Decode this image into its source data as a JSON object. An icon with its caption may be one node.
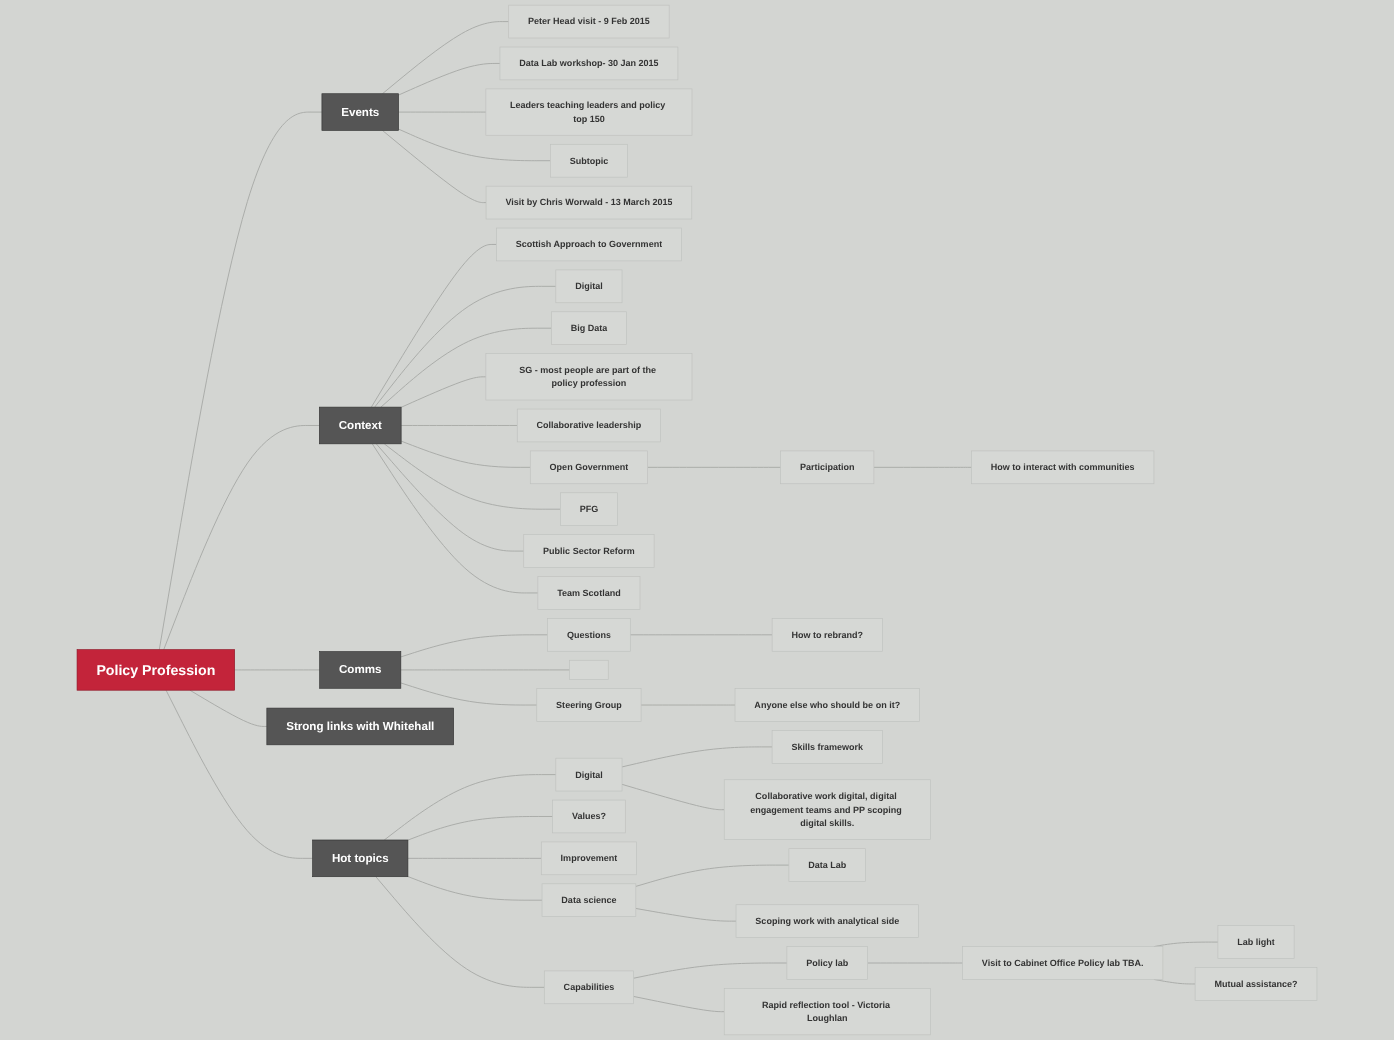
{
  "diagram": {
    "nodes": [
      {
        "text": [
          "Policy Profession"
        ]
      },
      {
        "text": [
          "Events"
        ]
      },
      {
        "text": [
          "Peter Head visit - 9 Feb 2015"
        ]
      },
      {
        "text": [
          "Data Lab workshop- 30 Jan 2015"
        ]
      },
      {
        "text": [
          "Leaders teaching leaders and policy top 150"
        ]
      },
      {
        "text": [
          "Subtopic"
        ]
      },
      {
        "text": [
          "Visit by Chris Worwald - 13 March 2015"
        ]
      },
      {
        "text": [
          "Context"
        ]
      },
      {
        "text": [
          "Scottish Approach to Government"
        ]
      },
      {
        "text": [
          "Digital"
        ]
      },
      {
        "text": [
          "Big Data"
        ]
      },
      {
        "text": [
          "SG - most people are part of the policy profession"
        ]
      },
      {
        "text": [
          "Collaborative leadership"
        ]
      },
      {
        "text": [
          "Open Government"
        ]
      },
      {
        "text": [
          "Participation"
        ]
      },
      {
        "text": [
          "How to interact with communities"
        ]
      },
      {
        "text": [
          "PFG"
        ]
      },
      {
        "text": [
          "Public Sector Reform"
        ]
      },
      {
        "text": [
          "Team Scotland"
        ]
      },
      {
        "text": [
          "Comms"
        ]
      },
      {
        "text": [
          "Questions"
        ]
      },
      {
        "text": [
          "How to rebrand?"
        ]
      },
      {
        "text": [],
        "shape": "box"
      },
      {
        "text": [
          "Steering Group"
        ]
      },
      {
        "text": [
          "Anyone else who should be on it?"
        ]
      },
      {
        "text": [
          "Strong links with Whitehall"
        ]
      },
      {
        "text": [
          "Hot topics"
        ]
      },
      {
        "text": [
          "Digital"
        ]
      },
      {
        "text": [
          "Skills framework"
        ]
      },
      {
        "text": [
          "Collaborative work digital, digital engagement teams and PP scoping digital skills."
        ]
      },
      {
        "text": [
          "Values?"
        ]
      },
      {
        "text": [
          "Improvement"
        ]
      },
      {
        "text": [
          "Data science"
        ]
      },
      {
        "text": [
          "Data Lab"
        ]
      },
      {
        "text": [
          "Scoping work with analytical side"
        ]
      },
      {
        "text": [
          "Capabilities"
        ]
      },
      {
        "text": [
          "Policy lab"
        ]
      },
      {
        "text": [
          "Visit to Cabinet Office Policy lab TBA."
        ]
      },
      {
        "text": [
          "Lab light"
        ]
      },
      {
        "text": [
          "Mutual assistance?"
        ]
      },
      {
        "text": [
          "Rapid reflection tool - Victoria Loughlan"
        ]
      }
    ],
    "edges": [
      {
        "from": 0,
        "to": 1,
        "arrow": "none"
      },
      {
        "from": 1,
        "to": 2,
        "arrow": "none"
      },
      {
        "from": 1,
        "to": 3,
        "arrow": "none"
      },
      {
        "from": 1,
        "to": 4,
        "arrow": "none"
      },
      {
        "from": 1,
        "to": 5,
        "arrow": "none"
      },
      {
        "from": 1,
        "to": 6,
        "arrow": "none"
      },
      {
        "from": 0,
        "to": 7,
        "arrow": "none"
      },
      {
        "from": 7,
        "to": 8,
        "arrow": "none"
      },
      {
        "from": 7,
        "to": 9,
        "arrow": "none"
      },
      {
        "from": 7,
        "to": 10,
        "arrow": "none"
      },
      {
        "from": 7,
        "to": 11,
        "arrow": "none"
      },
      {
        "from": 7,
        "to": 12,
        "arrow": "none"
      },
      {
        "from": 7,
        "to": 13,
        "arrow": "none"
      },
      {
        "from": 13,
        "to": 14,
        "arrow": "none"
      },
      {
        "from": 14,
        "to": 15,
        "arrow": "none"
      },
      {
        "from": 7,
        "to": 16,
        "arrow": "none"
      },
      {
        "from": 7,
        "to": 17,
        "arrow": "none"
      },
      {
        "from": 7,
        "to": 18,
        "arrow": "none"
      },
      {
        "from": 0,
        "to": 19,
        "arrow": "none"
      },
      {
        "from": 19,
        "to": 20,
        "arrow": "none"
      },
      {
        "from": 20,
        "to": 21,
        "arrow": "none"
      },
      {
        "from": 19,
        "to": 22,
        "arrow": "none"
      },
      {
        "from": 19,
        "to": 23,
        "arrow": "none"
      },
      {
        "from": 23,
        "to": 24,
        "arrow": "none"
      },
      {
        "from": 0,
        "to": 25,
        "arrow": "none"
      },
      {
        "from": 0,
        "to": 26,
        "arrow": "none"
      },
      {
        "from": 26,
        "to": 27,
        "arrow": "none"
      },
      {
        "from": 27,
        "to": 28,
        "arrow": "none"
      },
      {
        "from": 27,
        "to": 29,
        "arrow": "none"
      },
      {
        "from": 26,
        "to": 30,
        "arrow": "none"
      },
      {
        "from": 26,
        "to": 31,
        "arrow": "none"
      },
      {
        "from": 26,
        "to": 32,
        "arrow": "none"
      },
      {
        "from": 32,
        "to": 33,
        "arrow": "none"
      },
      {
        "from": 32,
        "to": 34,
        "arrow": "none"
      },
      {
        "from": 26,
        "to": 35,
        "arrow": "none"
      },
      {
        "from": 35,
        "to": 36,
        "arrow": "none"
      },
      {
        "from": 36,
        "to": 37,
        "arrow": "none"
      },
      {
        "from": 37,
        "to": 38,
        "arrow": "none"
      },
      {
        "from": 37,
        "to": 39,
        "arrow": "none"
      },
      {
        "from": 35,
        "to": 40,
        "arrow": "none"
      }
    ]
  }
}
